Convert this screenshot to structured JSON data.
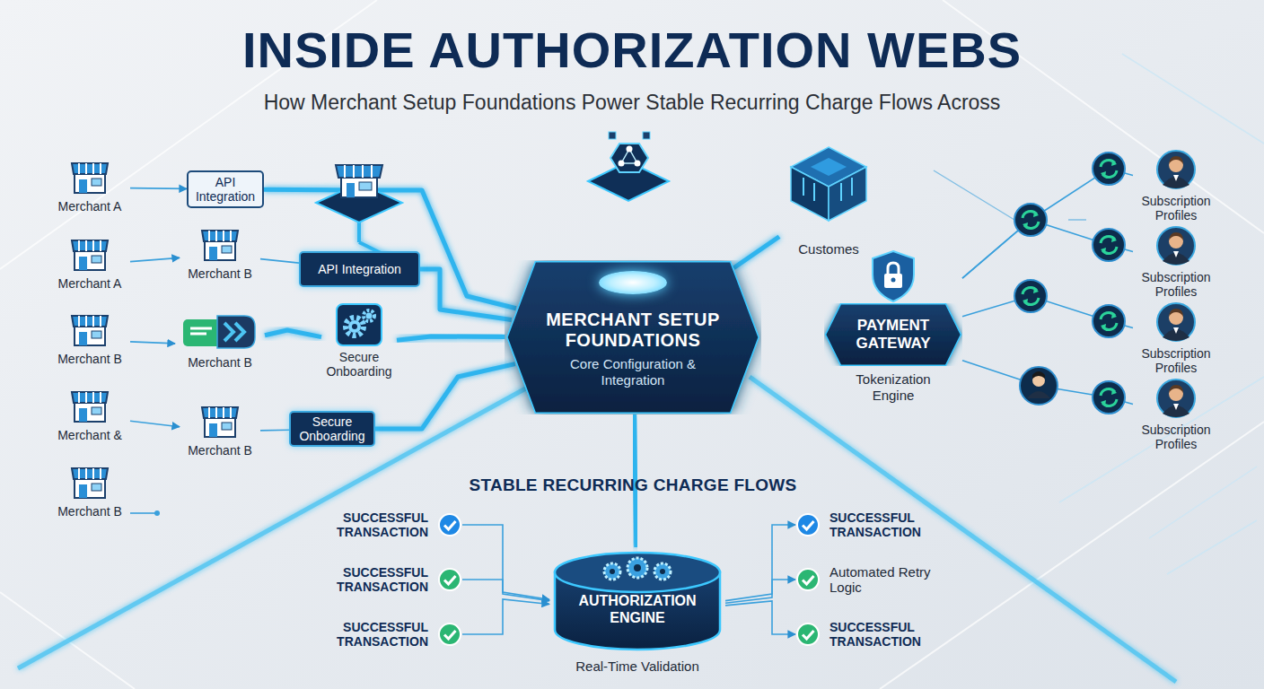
{
  "diagram": {
    "title": "INSIDE AUTHORIZATION WEBS",
    "nodes": [
      {
        "text": [
          "Merchant A"
        ]
      },
      {
        "text": [
          "Merchant A"
        ]
      },
      {
        "text": [
          "Merchant B"
        ]
      },
      {
        "text": [
          "Merchant &"
        ]
      },
      {
        "text": [
          "Merchant B"
        ]
      },
      {
        "text": [
          "API Integration"
        ]
      },
      {
        "text": [
          "Merchant B"
        ]
      },
      {
        "text": [
          "API Integration"
        ]
      },
      {
        "text": [
          "Merchant B"
        ]
      },
      {
        "text": [
          "Secure Onboarding"
        ]
      },
      {
        "text": [
          "Merchant B"
        ]
      },
      {
        "text": [
          "Secure Onboarding"
        ]
      },
      {
        "text": [
          "MERCHANT SETUP FOUNDATIONS",
          "Core Configuration & Integration"
        ]
      },
      {
        "text": [
          "Customes"
        ]
      },
      {
        "text": [
          "PAYMENT GATEWAY",
          "Tokenization Engine"
        ]
      },
      {
        "text": [
          "Subscription Profiles"
        ]
      },
      {
        "text": [
          "Subscription Profiles"
        ]
      },
      {
        "text": [
          "Subscription Profiles"
        ]
      },
      {
        "text": [
          "Subscription Profiles"
        ]
      },
      {
        "text": [
          "AUTHORIZATION ENGINE",
          "Real-Time Validation"
        ]
      },
      {
        "text": [
          "SUCCESSFUL TRANSACTION"
        ]
      },
      {
        "text": [
          "SUCCESSFUL TRANSACTION"
        ]
      },
      {
        "text": [
          "SUCCESSFUL TRANSACTION"
        ]
      },
      {
        "text": [
          "SUCCESSFUL TRANSACTION"
        ]
      },
      {
        "text": [
          "Automated Retry Logic"
        ]
      },
      {
        "text": [
          "SUCCESSFUL TRANSACTION"
        ]
      }
    ],
    "edges": [
      {
        "from": 0,
        "to": 5,
        "arrow": "to"
      },
      {
        "from": 1,
        "to": 6,
        "arrow": "to"
      },
      {
        "from": 2,
        "to": 8,
        "arrow": "to"
      },
      {
        "from": 3,
        "to": 10,
        "arrow": "to"
      },
      {
        "from": 5,
        "to": 12,
        "arrow": "none"
      },
      {
        "from": 6,
        "to": 7,
        "arrow": "none"
      },
      {
        "from": 7,
        "to": 12,
        "arrow": "none"
      },
      {
        "from": 8,
        "to": 9,
        "arrow": "none"
      },
      {
        "from": 9,
        "to": 12,
        "arrow": "none"
      },
      {
        "from": 10,
        "to": 11,
        "arrow": "none"
      },
      {
        "from": 11,
        "to": 12,
        "arrow": "none"
      },
      {
        "from": 12,
        "to": 13,
        "arrow": "none"
      },
      {
        "from": 12,
        "to": 14,
        "arrow": "none"
      },
      {
        "from": 12,
        "to": 19,
        "arrow": "none"
      },
      {
        "from": 14,
        "to": 15,
        "arrow": "none"
      },
      {
        "from": 14,
        "to": 16,
        "arrow": "none"
      },
      {
        "from": 14,
        "to": 17,
        "arrow": "none"
      },
      {
        "from": 14,
        "to": 18,
        "arrow": "none"
      },
      {
        "from": 20,
        "to": 19,
        "arrow": "to"
      },
      {
        "from": 21,
        "to": 19,
        "arrow": "to"
      },
      {
        "from": 22,
        "to": 19,
        "arrow": "to"
      },
      {
        "from": 19,
        "to": 23,
        "arrow": "to"
      },
      {
        "from": 19,
        "to": 24,
        "arrow": "to"
      },
      {
        "from": 19,
        "to": 25,
        "arrow": "to"
      }
    ],
    "labels": [
      "How Merchant Setup Foundations Power Stable Recurring Charge Flows Across",
      "STABLE RECURRING CHARGE FLOWS"
    ]
  }
}
